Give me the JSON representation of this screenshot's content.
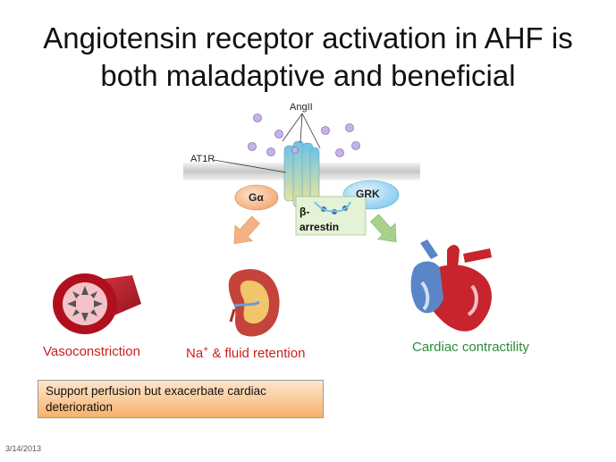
{
  "slide": {
    "title_line1": "Angiotensin receptor activation in AHF is",
    "title_line2": "both maladaptive and beneficial",
    "date": "3/14/2013"
  },
  "diagram": {
    "ligand_label": "AngII",
    "receptor_label": "AT1R",
    "g_protein_label": "Gα",
    "grk_label": "GRK",
    "arrestin_line1": "β-",
    "arrestin_line2": "arrestin"
  },
  "outcomes": {
    "vasoconstriction": "Vasoconstriction",
    "na_prefix": "Na",
    "na_superscript": "+",
    "na_suffix": " & fluid retention",
    "cardiac": "Cardiac contractility"
  },
  "note": {
    "text": "Support perfusion but exacerbate cardiac deterioration"
  },
  "colors": {
    "maladaptive_arrow": "#f4b183",
    "beneficial_arrow": "#a9d18e",
    "maladaptive_text": "#cc1f1f",
    "beneficial_text": "#2e8b3a"
  }
}
